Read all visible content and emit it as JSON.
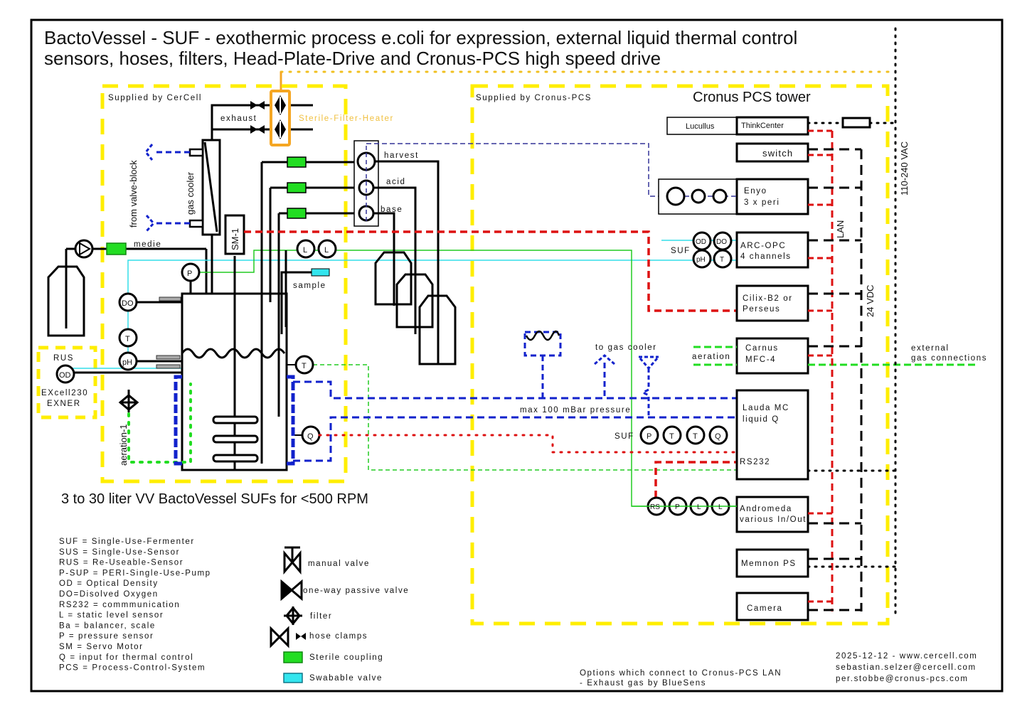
{
  "title": {
    "line1": "BactoVessel - SUF - exothermic process e.coli for expression, external liquid thermal control",
    "line2": "sensors, hoses, filters, Head-Plate-Drive and Cronus-PCS high speed drive"
  },
  "regions": {
    "cercell": "Supplied by CerCell",
    "cronus": "Supplied by Cronus-PCS",
    "tower_title": "Cronus PCS tower"
  },
  "vessel": {
    "caption": "3 to 30 liter VV BactoVessel SUFs for <500 RPM",
    "labels": {
      "exhaust": "exhaust",
      "filter_heater": "Sterile-Filter-Heater",
      "from_valve_block": "from valve-block",
      "gas_cooler": "gas cooler",
      "medie": "medie",
      "servo": "SM-1",
      "sample": "sample",
      "harvest": "harvest",
      "acid": "acid",
      "base": "base",
      "aeration": "aeration-1",
      "rus": "RUS",
      "excell": "EXcell230",
      "exner": "EXNER"
    },
    "sensors": {
      "p": "P",
      "do": "DO",
      "t": "T",
      "ph": "pH",
      "od": "OD",
      "q": "Q",
      "l": "L"
    }
  },
  "thermal": {
    "to_gas_cooler": "to gas cooler",
    "pressure": "max 100 mBar pressure",
    "suf": "SUF",
    "sensors": [
      "P",
      "T",
      "T",
      "Q"
    ]
  },
  "tower": {
    "lucullus": "Lucullus",
    "devices": [
      {
        "line1": "ThinkCenter",
        "line2": ""
      },
      {
        "line1": "switch",
        "line2": ""
      },
      {
        "line1": "Enyo",
        "line2": "3 x peri"
      },
      {
        "line1": "ARC-OPC",
        "line2": "4 channels"
      },
      {
        "line1": "Cilix-B2 or",
        "line2": "Perseus"
      },
      {
        "line1": "Carnus",
        "line2": "MFC-4"
      },
      {
        "line1": "Lauda MC",
        "line2": "liquid Q",
        "line3": "RS232"
      },
      {
        "line1": "Andromeda",
        "line2": "various In/Out"
      },
      {
        "line1": "Memnon PS",
        "line2": ""
      },
      {
        "line1": "Camera",
        "line2": ""
      }
    ],
    "arc_suf": "SUF",
    "arc_sensors": [
      "OD",
      "DO",
      "pH",
      "T"
    ],
    "aeration": "aeration",
    "andromeda_sensors": [
      "RS",
      "P",
      "L",
      "L"
    ],
    "lan": "LAN",
    "vdc": "24 VDC",
    "vac": "110-240 VAC",
    "external_gas": [
      "external",
      "gas connections"
    ]
  },
  "abbreviations": [
    "SUF = Single-Use-Fermenter",
    "SUS = Single-Use-Sensor",
    "RUS = Re-Useable-Sensor",
    "P-SUP = PERI-Single-Use-Pump",
    "OD = Optical Density",
    "DO=Disolved Oxygen",
    "RS232 = commmunication",
    "L = static level sensor",
    "Ba = balancer, scale",
    "P = pressure sensor",
    "SM = Servo Motor",
    "Q = input for thermal control",
    "PCS = Process-Control-System"
  ],
  "legend": {
    "manual_valve": "manual valve",
    "oneway_valve": "one-way passive valve",
    "filter": "filter",
    "hose_clamps": "hose clamps",
    "sterile_coupling": "Sterile coupling",
    "swabable_valve": "Swabable valve"
  },
  "options": {
    "line1": "Options which connect to Cronus-PCS LAN",
    "line2": "- Exhaust gas by BlueSens"
  },
  "contact": {
    "line1": "2025-12-12 - www.cercell.com",
    "line2": "sebastian.selzer@cercell.com",
    "line3": "per.stobbe@cronus-pcs.com"
  },
  "colors": {
    "yellow": "#ffee00",
    "orange": "#f5a623",
    "red": "#dd1111",
    "blue": "#1122cc",
    "green": "#22dd22",
    "cyan": "#33dde8",
    "coupling_green": "#22dd22",
    "swab_cyan": "#33e5ee"
  }
}
